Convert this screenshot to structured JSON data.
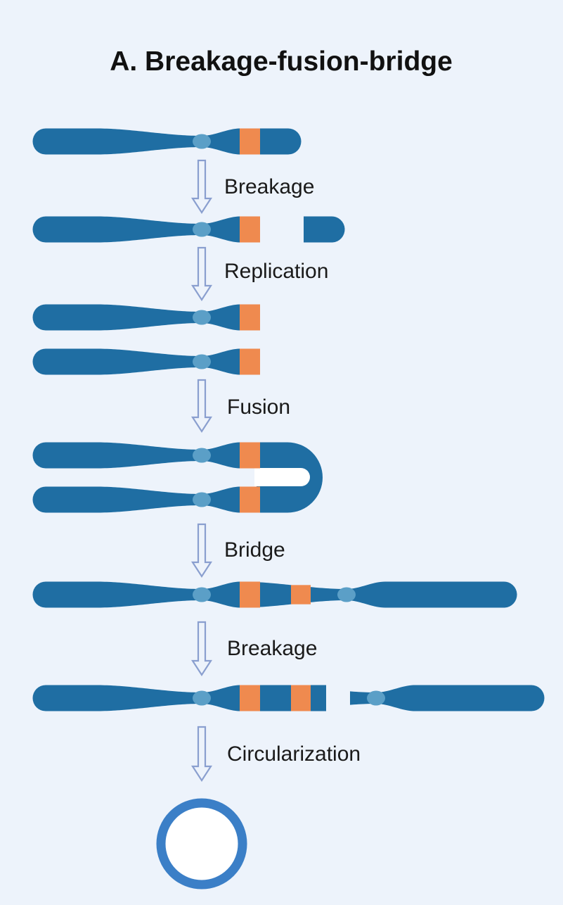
{
  "title": "A. Breakage-fusion-bridge",
  "steps": [
    {
      "label": "Breakage"
    },
    {
      "label": "Replication"
    },
    {
      "label": "Fusion"
    },
    {
      "label": "Bridge"
    },
    {
      "label": "Breakage"
    },
    {
      "label": "Circularization"
    }
  ],
  "colors": {
    "background": "#edf3fb",
    "chromosome": "#1f6ea3",
    "centromere": "#5b9fc7",
    "band": "#ef8a4f",
    "arrow": "#8a9fcf",
    "circle": "#3b7fc7"
  }
}
